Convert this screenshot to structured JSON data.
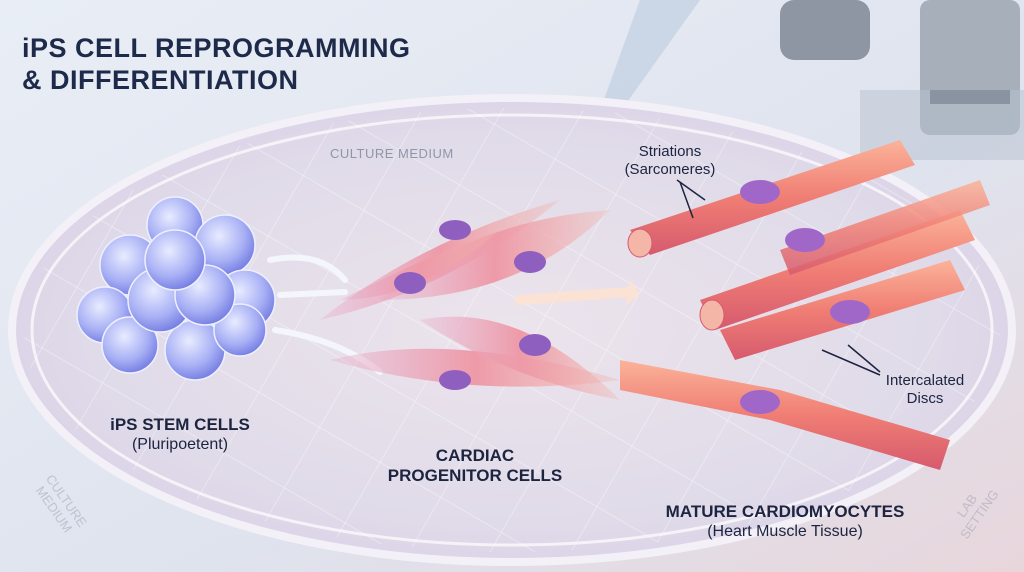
{
  "title": {
    "line1": "iPS CELL REPROGRAMMING",
    "line2": "& DIFFERENTIATION"
  },
  "labels": {
    "culture_medium_top": "CULTURE MEDIUM",
    "stem_cells": {
      "name": "iPS STEM CELLS",
      "sub": "(Pluripoetent)"
    },
    "progenitor": {
      "line1": "CARDIAC",
      "line2": "PROGENITOR CELLS"
    },
    "mature": {
      "name": "MATURE CARDIOMYOCYTES",
      "sub": "(Heart Muscle Tissue)"
    },
    "striations": {
      "line1": "Striations",
      "line2": "(Sarcomeres)"
    },
    "intercalated": {
      "line1": "Intercalated",
      "line2": "Discs"
    },
    "culture_medium_dish": {
      "line1": "CULTURE",
      "line2": "MEDIUM"
    },
    "lab_setting": {
      "line1": "LAB",
      "line2": "SETTING"
    }
  },
  "colors": {
    "title": "#1e2a4a",
    "stem": "#8a8ef0",
    "muscle": "#f0857a",
    "nucleus": "#a067c8"
  }
}
